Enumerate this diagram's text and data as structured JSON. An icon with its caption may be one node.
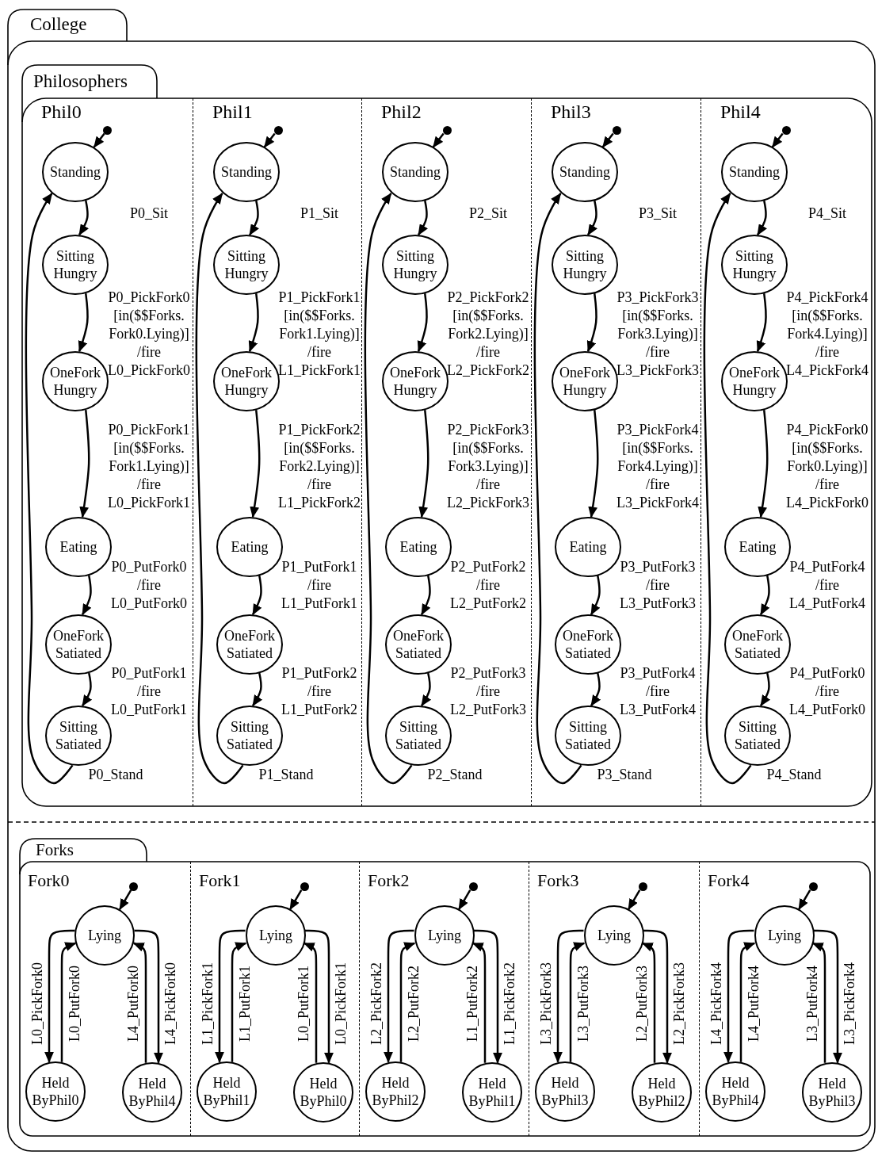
{
  "diagram": {
    "nodes": [
      {
        "text": [
          "College"
        ]
      },
      {
        "text": [
          "Philosophers"
        ],
        "in": 0
      },
      {
        "text": [
          "Phil0"
        ],
        "in": 1
      },
      {
        "text": [],
        "shape": "circle",
        "in": 2
      },
      {
        "text": [
          "Standing"
        ],
        "in": 2
      },
      {
        "text": [
          "Sitting Hungry"
        ],
        "in": 2
      },
      {
        "text": [
          "OneFork Hungry"
        ],
        "in": 2
      },
      {
        "text": [
          "Eating"
        ],
        "in": 2
      },
      {
        "text": [
          "OneFork Satiated"
        ],
        "in": 2
      },
      {
        "text": [
          "Sitting Satiated"
        ],
        "in": 2
      },
      {
        "text": [
          "Phil1"
        ],
        "in": 1
      },
      {
        "text": [],
        "shape": "circle",
        "in": 10
      },
      {
        "text": [
          "Standing"
        ],
        "in": 10
      },
      {
        "text": [
          "Sitting Hungry"
        ],
        "in": 10
      },
      {
        "text": [
          "OneFork Hungry"
        ],
        "in": 10
      },
      {
        "text": [
          "Eating"
        ],
        "in": 10
      },
      {
        "text": [
          "OneFork Satiated"
        ],
        "in": 10
      },
      {
        "text": [
          "Sitting Satiated"
        ],
        "in": 10
      },
      {
        "text": [
          "Phil2"
        ],
        "in": 1
      },
      {
        "text": [],
        "shape": "circle",
        "in": 18
      },
      {
        "text": [
          "Standing"
        ],
        "in": 18
      },
      {
        "text": [
          "Sitting Hungry"
        ],
        "in": 18
      },
      {
        "text": [
          "OneFork Hungry"
        ],
        "in": 18
      },
      {
        "text": [
          "Eating"
        ],
        "in": 18
      },
      {
        "text": [
          "OneFork Satiated"
        ],
        "in": 18
      },
      {
        "text": [
          "Sitting Satiated"
        ],
        "in": 18
      },
      {
        "text": [
          "Phil3"
        ],
        "in": 1
      },
      {
        "text": [],
        "shape": "circle",
        "in": 26
      },
      {
        "text": [
          "Standing"
        ],
        "in": 26
      },
      {
        "text": [
          "Sitting Hungry"
        ],
        "in": 26
      },
      {
        "text": [
          "OneFork Hungry"
        ],
        "in": 26
      },
      {
        "text": [
          "Eating"
        ],
        "in": 26
      },
      {
        "text": [
          "OneFork Satiated"
        ],
        "in": 26
      },
      {
        "text": [
          "Sitting Satiated"
        ],
        "in": 26
      },
      {
        "text": [
          "Phil4"
        ],
        "in": 1
      },
      {
        "text": [],
        "shape": "circle",
        "in": 34
      },
      {
        "text": [
          "Standing"
        ],
        "in": 34
      },
      {
        "text": [
          "Sitting Hungry"
        ],
        "in": 34
      },
      {
        "text": [
          "OneFork Hungry"
        ],
        "in": 34
      },
      {
        "text": [
          "Eating"
        ],
        "in": 34
      },
      {
        "text": [
          "OneFork Satiated"
        ],
        "in": 34
      },
      {
        "text": [
          "Sitting Satiated"
        ],
        "in": 34
      },
      {
        "text": [
          "Forks"
        ],
        "in": 0
      },
      {
        "text": [
          "Fork0"
        ],
        "in": 42
      },
      {
        "text": [],
        "shape": "circle",
        "in": 43
      },
      {
        "text": [
          "Lying"
        ],
        "in": 43
      },
      {
        "text": [
          "Held ByPhil0"
        ],
        "in": 43
      },
      {
        "text": [
          "Held ByPhil4"
        ],
        "in": 43
      },
      {
        "text": [
          "Fork1"
        ],
        "in": 42
      },
      {
        "text": [],
        "shape": "circle",
        "in": 48
      },
      {
        "text": [
          "Lying"
        ],
        "in": 48
      },
      {
        "text": [
          "Held ByPhil1"
        ],
        "in": 48
      },
      {
        "text": [
          "Held ByPhil0"
        ],
        "in": 48
      },
      {
        "text": [
          "Fork2"
        ],
        "in": 42
      },
      {
        "text": [],
        "shape": "circle",
        "in": 53
      },
      {
        "text": [
          "Lying"
        ],
        "in": 53
      },
      {
        "text": [
          "Held ByPhil2"
        ],
        "in": 53
      },
      {
        "text": [
          "Held ByPhil1"
        ],
        "in": 53
      },
      {
        "text": [
          "Fork3"
        ],
        "in": 42
      },
      {
        "text": [],
        "shape": "circle",
        "in": 58
      },
      {
        "text": [
          "Lying"
        ],
        "in": 58
      },
      {
        "text": [
          "Held ByPhil3"
        ],
        "in": 58
      },
      {
        "text": [
          "Held ByPhil2"
        ],
        "in": 58
      },
      {
        "text": [
          "Fork4"
        ],
        "in": 42
      },
      {
        "text": [],
        "shape": "circle",
        "in": 63
      },
      {
        "text": [
          "Lying"
        ],
        "in": 63
      },
      {
        "text": [
          "Held ByPhil4"
        ],
        "in": 63
      },
      {
        "text": [
          "Held ByPhil3"
        ],
        "in": 63
      }
    ],
    "edges": [
      {
        "from": 3,
        "to": 4,
        "arrow": "to"
      },
      {
        "from": 4,
        "to": 5,
        "arrow": "to",
        "label": "P0_Sit"
      },
      {
        "from": 5,
        "to": 6,
        "arrow": "to",
        "label": "P0_PickFork0 [in($$Forks. Fork0.Lying)] /fire L0_PickFork0"
      },
      {
        "from": 6,
        "to": 7,
        "arrow": "to",
        "label": "P0_PickFork1 [in($$Forks. Fork1.Lying)] /fire L0_PickFork1"
      },
      {
        "from": 7,
        "to": 8,
        "arrow": "to",
        "label": "P0_PutFork0 /fire L0_PutFork0"
      },
      {
        "from": 8,
        "to": 9,
        "arrow": "to",
        "label": "P0_PutFork1 /fire L0_PutFork1"
      },
      {
        "from": 9,
        "to": 4,
        "arrow": "to",
        "label": "P0_Stand"
      },
      {
        "from": 11,
        "to": 12,
        "arrow": "to"
      },
      {
        "from": 12,
        "to": 13,
        "arrow": "to",
        "label": "P1_Sit"
      },
      {
        "from": 13,
        "to": 14,
        "arrow": "to",
        "label": "P1_PickFork1 [in($$Forks. Fork1.Lying)] /fire L1_PickFork1"
      },
      {
        "from": 14,
        "to": 15,
        "arrow": "to",
        "label": "P1_PickFork2 [in($$Forks. Fork2.Lying)] /fire L1_PickFork2"
      },
      {
        "from": 15,
        "to": 16,
        "arrow": "to",
        "label": "P1_PutFork1 /fire L1_PutFork1"
      },
      {
        "from": 16,
        "to": 17,
        "arrow": "to",
        "label": "P1_PutFork2 /fire L1_PutFork2"
      },
      {
        "from": 17,
        "to": 12,
        "arrow": "to",
        "label": "P1_Stand"
      },
      {
        "from": 19,
        "to": 20,
        "arrow": "to"
      },
      {
        "from": 20,
        "to": 21,
        "arrow": "to",
        "label": "P2_Sit"
      },
      {
        "from": 21,
        "to": 22,
        "arrow": "to",
        "label": "P2_PickFork2 [in($$Forks. Fork2.Lying)] /fire L2_PickFork2"
      },
      {
        "from": 22,
        "to": 23,
        "arrow": "to",
        "label": "P2_PickFork3 [in($$Forks. Fork3.Lying)] /fire L2_PickFork3"
      },
      {
        "from": 23,
        "to": 24,
        "arrow": "to",
        "label": "P2_PutFork2 /fire L2_PutFork2"
      },
      {
        "from": 24,
        "to": 25,
        "arrow": "to",
        "label": "P2_PutFork3 /fire L2_PutFork3"
      },
      {
        "from": 25,
        "to": 20,
        "arrow": "to",
        "label": "P2_Stand"
      },
      {
        "from": 27,
        "to": 28,
        "arrow": "to"
      },
      {
        "from": 28,
        "to": 29,
        "arrow": "to",
        "label": "P3_Sit"
      },
      {
        "from": 29,
        "to": 30,
        "arrow": "to",
        "label": "P3_PickFork3 [in($$Forks. Fork3.Lying)] /fire L3_PickFork3"
      },
      {
        "from": 30,
        "to": 31,
        "arrow": "to",
        "label": "P3_PickFork4 [in($$Forks. Fork4.Lying)] /fire L3_PickFork4"
      },
      {
        "from": 31,
        "to": 32,
        "arrow": "to",
        "label": "P3_PutFork3 /fire L3_PutFork3"
      },
      {
        "from": 32,
        "to": 33,
        "arrow": "to",
        "label": "P3_PutFork4 /fire L3_PutFork4"
      },
      {
        "from": 33,
        "to": 28,
        "arrow": "to",
        "label": "P3_Stand"
      },
      {
        "from": 35,
        "to": 36,
        "arrow": "to"
      },
      {
        "from": 36,
        "to": 37,
        "arrow": "to",
        "label": "P4_Sit"
      },
      {
        "from": 37,
        "to": 38,
        "arrow": "to",
        "label": "P4_PickFork4 [in($$Forks. Fork4.Lying)] /fire L4_PickFork4"
      },
      {
        "from": 38,
        "to": 39,
        "arrow": "to",
        "label": "P4_PickFork0 [in($$Forks. Fork0.Lying)] /fire L4_PickFork0"
      },
      {
        "from": 39,
        "to": 40,
        "arrow": "to",
        "label": "P4_PutFork4 /fire L4_PutFork4"
      },
      {
        "from": 40,
        "to": 41,
        "arrow": "to",
        "label": "P4_PutFork0 /fire L4_PutFork0"
      },
      {
        "from": 41,
        "to": 36,
        "arrow": "to",
        "label": "P4_Stand"
      },
      {
        "from": 44,
        "to": 45,
        "arrow": "to"
      },
      {
        "from": 45,
        "to": 46,
        "arrow": "to",
        "label": "L0_PickFork0"
      },
      {
        "from": 46,
        "to": 45,
        "arrow": "to",
        "label": "L0_PutFork0"
      },
      {
        "from": 47,
        "to": 45,
        "arrow": "to",
        "label": "L4_PutFork0"
      },
      {
        "from": 45,
        "to": 47,
        "arrow": "to",
        "label": "L4_PickFork0"
      },
      {
        "from": 49,
        "to": 50,
        "arrow": "to"
      },
      {
        "from": 50,
        "to": 51,
        "arrow": "to",
        "label": "L1_PickFork1"
      },
      {
        "from": 51,
        "to": 50,
        "arrow": "to",
        "label": "L1_PutFork1"
      },
      {
        "from": 52,
        "to": 50,
        "arrow": "to",
        "label": "L0_PutFork1"
      },
      {
        "from": 50,
        "to": 52,
        "arrow": "to",
        "label": "L0_PickFork1"
      },
      {
        "from": 54,
        "to": 55,
        "arrow": "to"
      },
      {
        "from": 55,
        "to": 56,
        "arrow": "to",
        "label": "L2_PickFork2"
      },
      {
        "from": 56,
        "to": 55,
        "arrow": "to",
        "label": "L2_PutFork2"
      },
      {
        "from": 57,
        "to": 55,
        "arrow": "to",
        "label": "L1_PutFork2"
      },
      {
        "from": 55,
        "to": 57,
        "arrow": "to",
        "label": "L1_PickFork2"
      },
      {
        "from": 59,
        "to": 60,
        "arrow": "to"
      },
      {
        "from": 60,
        "to": 61,
        "arrow": "to",
        "label": "L3_PickFork3"
      },
      {
        "from": 61,
        "to": 60,
        "arrow": "to",
        "label": "L3_PutFork3"
      },
      {
        "from": 62,
        "to": 60,
        "arrow": "to",
        "label": "L2_PutFork3"
      },
      {
        "from": 60,
        "to": 62,
        "arrow": "to",
        "label": "L2_PickFork3"
      },
      {
        "from": 64,
        "to": 65,
        "arrow": "to"
      },
      {
        "from": 65,
        "to": 66,
        "arrow": "to",
        "label": "L4_PickFork4"
      },
      {
        "from": 66,
        "to": 65,
        "arrow": "to",
        "label": "L4_PutFork4"
      },
      {
        "from": 67,
        "to": 65,
        "arrow": "to",
        "label": "L3_PutFork4"
      },
      {
        "from": 65,
        "to": 67,
        "arrow": "to",
        "label": "L3_PickFork4"
      }
    ]
  }
}
